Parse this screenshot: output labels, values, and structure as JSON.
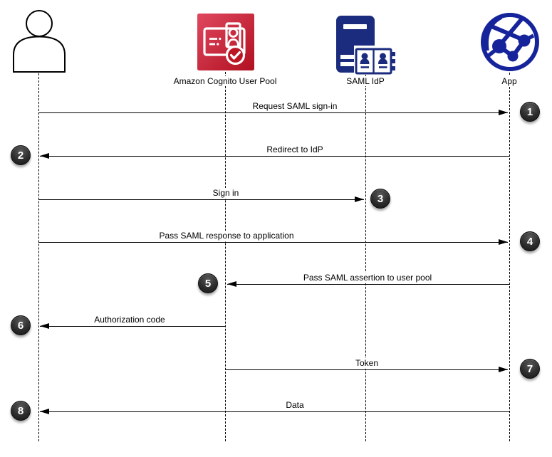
{
  "diagram_type": "sequence-diagram",
  "actors": [
    {
      "id": "user",
      "label": "",
      "icon": "person-icon"
    },
    {
      "id": "cognito",
      "label": "Amazon Cognito User Pool",
      "icon": "id-card-check-icon"
    },
    {
      "id": "idp",
      "label": "SAML IdP",
      "icon": "server-directory-book-icon"
    },
    {
      "id": "app",
      "label": "App",
      "icon": "globe-network-icon"
    }
  ],
  "messages": [
    {
      "step": "1",
      "label": "Request SAML sign-in",
      "from": "User",
      "to": "App"
    },
    {
      "step": "2",
      "label": "Redirect to IdP",
      "from": "App",
      "to": "User"
    },
    {
      "step": "3",
      "label": "Sign in",
      "from": "User",
      "to": "SAML IdP"
    },
    {
      "step": "4",
      "label": "Pass SAML response to application",
      "from": "User",
      "to": "App"
    },
    {
      "step": "5",
      "label": "Pass SAML assertion to user pool",
      "from": "App",
      "to": "Amazon Cognito User Pool"
    },
    {
      "step": "6",
      "label": "Authorization code",
      "from": "Amazon Cognito User Pool",
      "to": "User"
    },
    {
      "step": "7",
      "label": "Token",
      "from": "Amazon Cognito User Pool",
      "to": "App"
    },
    {
      "step": "8",
      "label": "Data",
      "from": "App",
      "to": "User"
    }
  ],
  "colors": {
    "cognito_red_light": "#e0485f",
    "cognito_red_dark": "#b11020",
    "idp_navy": "#1b2c7e",
    "app_navy": "#16249c",
    "line": "#000000",
    "badge_bg": "#2d2d2d",
    "badge_text": "#ffffff"
  }
}
